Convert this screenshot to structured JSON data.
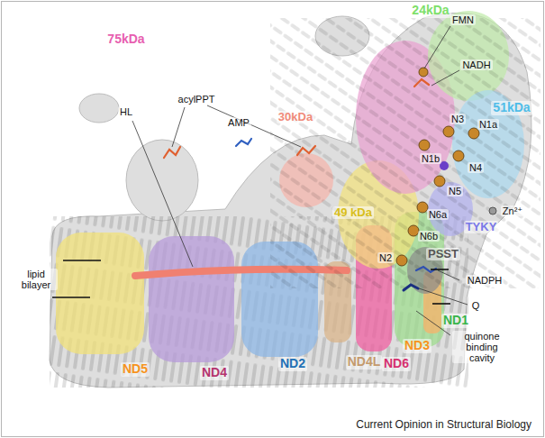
{
  "diagram": {
    "caption": "Current Opinion in Structural Biology",
    "labels": [
      "75kDa",
      "24kDa",
      "FMN",
      "NADH",
      "N1a",
      "51kDa",
      "N1b",
      "N3",
      "N4",
      "N5",
      "Zn²⁺",
      "30kDa",
      "acylPPT",
      "AMP",
      "N6a",
      "N6b",
      "TYKY",
      "HL",
      "49 kDa",
      "PSST",
      "N2",
      "NADPH",
      "Q",
      "lipid bilayer",
      "quinone binding cavity",
      "ND1",
      "ND3",
      "ND5",
      "ND4",
      "ND2",
      "ND4L",
      "ND6"
    ]
  }
}
